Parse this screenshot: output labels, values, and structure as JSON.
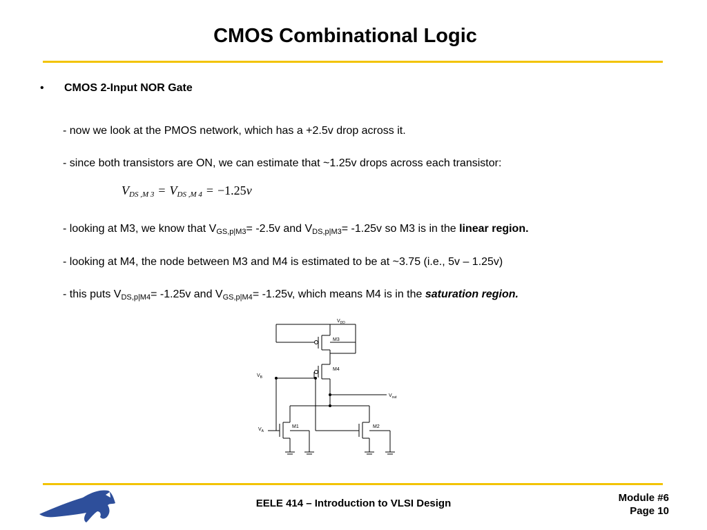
{
  "title": "CMOS Combinational Logic",
  "bullet": {
    "marker": "•",
    "heading": "CMOS 2-Input NOR Gate"
  },
  "lines": {
    "l1": "- now we look at the PMOS network, which has a +2.5v drop across it.",
    "l2": "- since both transistors are ON, we can estimate that ~1.25v drops across each transistor:",
    "l3_a": "- looking at M3, we know that V",
    "l3_sub1": "GS,p|M3",
    "l3_b": "= -2.5v and V",
    "l3_sub2": "DS,p|M3",
    "l3_c": "= -1.25v so M3 is in the ",
    "l3_bold": "linear region.",
    "l4": "- looking at M4, the node between M3 and M4 is estimated to be at ~3.75 (i.e., 5v – 1.25v)",
    "l5_a": "- this puts V",
    "l5_sub1": "DS,p|M4",
    "l5_b": "= -1.25v and V",
    "l5_sub2": "GS,p|M4",
    "l5_c": "= -1.25v, which means M4 is in the ",
    "l5_bold": "saturation region."
  },
  "equation": {
    "v1": "V",
    "sub1": "DS ,M 3",
    "eq": "=",
    "v2": "V",
    "sub2": "DS ,M 4",
    "eq2": "=",
    "value": "−1.25",
    "unit": "v"
  },
  "circuit": {
    "vdd": "V",
    "vdd_sub": "DD",
    "m3": "M3",
    "m4": "M4",
    "vb": "V",
    "vb_sub": "B",
    "vout": "V",
    "vout_sub": "out",
    "va": "V",
    "va_sub": "A",
    "m1": "M1",
    "m2": "M2"
  },
  "footer": {
    "course": "EELE 414 – Introduction to VLSI Design",
    "module": "Module #6",
    "page": "Page 10"
  },
  "colors": {
    "rule": "#f2c300",
    "logo": "#2e4f9b"
  }
}
